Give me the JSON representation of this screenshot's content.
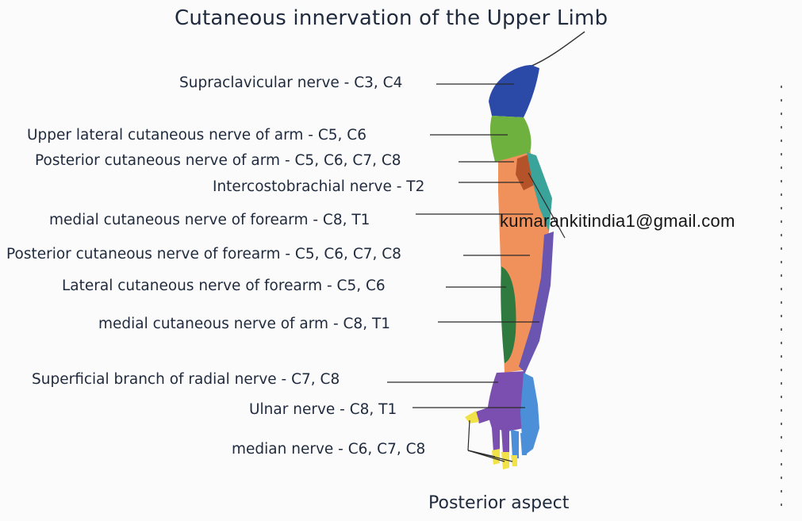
{
  "title": "Cutaneous innervation of the Upper Limb",
  "caption": "Posterior aspect",
  "watermark": "kumarankitindia1@gmail.com",
  "labels": [
    "Supraclavicular nerve - C3, C4",
    "Upper lateral cutaneous nerve of arm - C5, C6",
    "Posterior cutaneous nerve of arm - C5, C6, C7, C8",
    "Intercostobrachial nerve - T2",
    "medial cutaneous nerve of forearm - C8, T1",
    "Posterior cutaneous nerve of forearm - C5, C6, C7, C8",
    "Lateral cutaneous nerve of forearm - C5, C6",
    "medial cutaneous nerve of arm - C8, T1",
    "Superficial branch of radial nerve - C7, C8",
    "Ulnar nerve - C8, T1",
    "median nerve - C6, C7, C8"
  ],
  "colors": {
    "supraclavicular": "#2b4aa8",
    "upper_lateral_arm": "#6fb13f",
    "posterior_arm": "#f0905a",
    "intercostobrachial": "#b4532a",
    "medial_forearm_teal": "#3aa39a",
    "posterior_forearm": "#f29a62",
    "lateral_forearm": "#2f7a3e",
    "medial_arm_purple": "#6a55b0",
    "radial_superficial": "#7b4fb0",
    "ulnar": "#4a8fd8",
    "median": "#f2e24a"
  }
}
